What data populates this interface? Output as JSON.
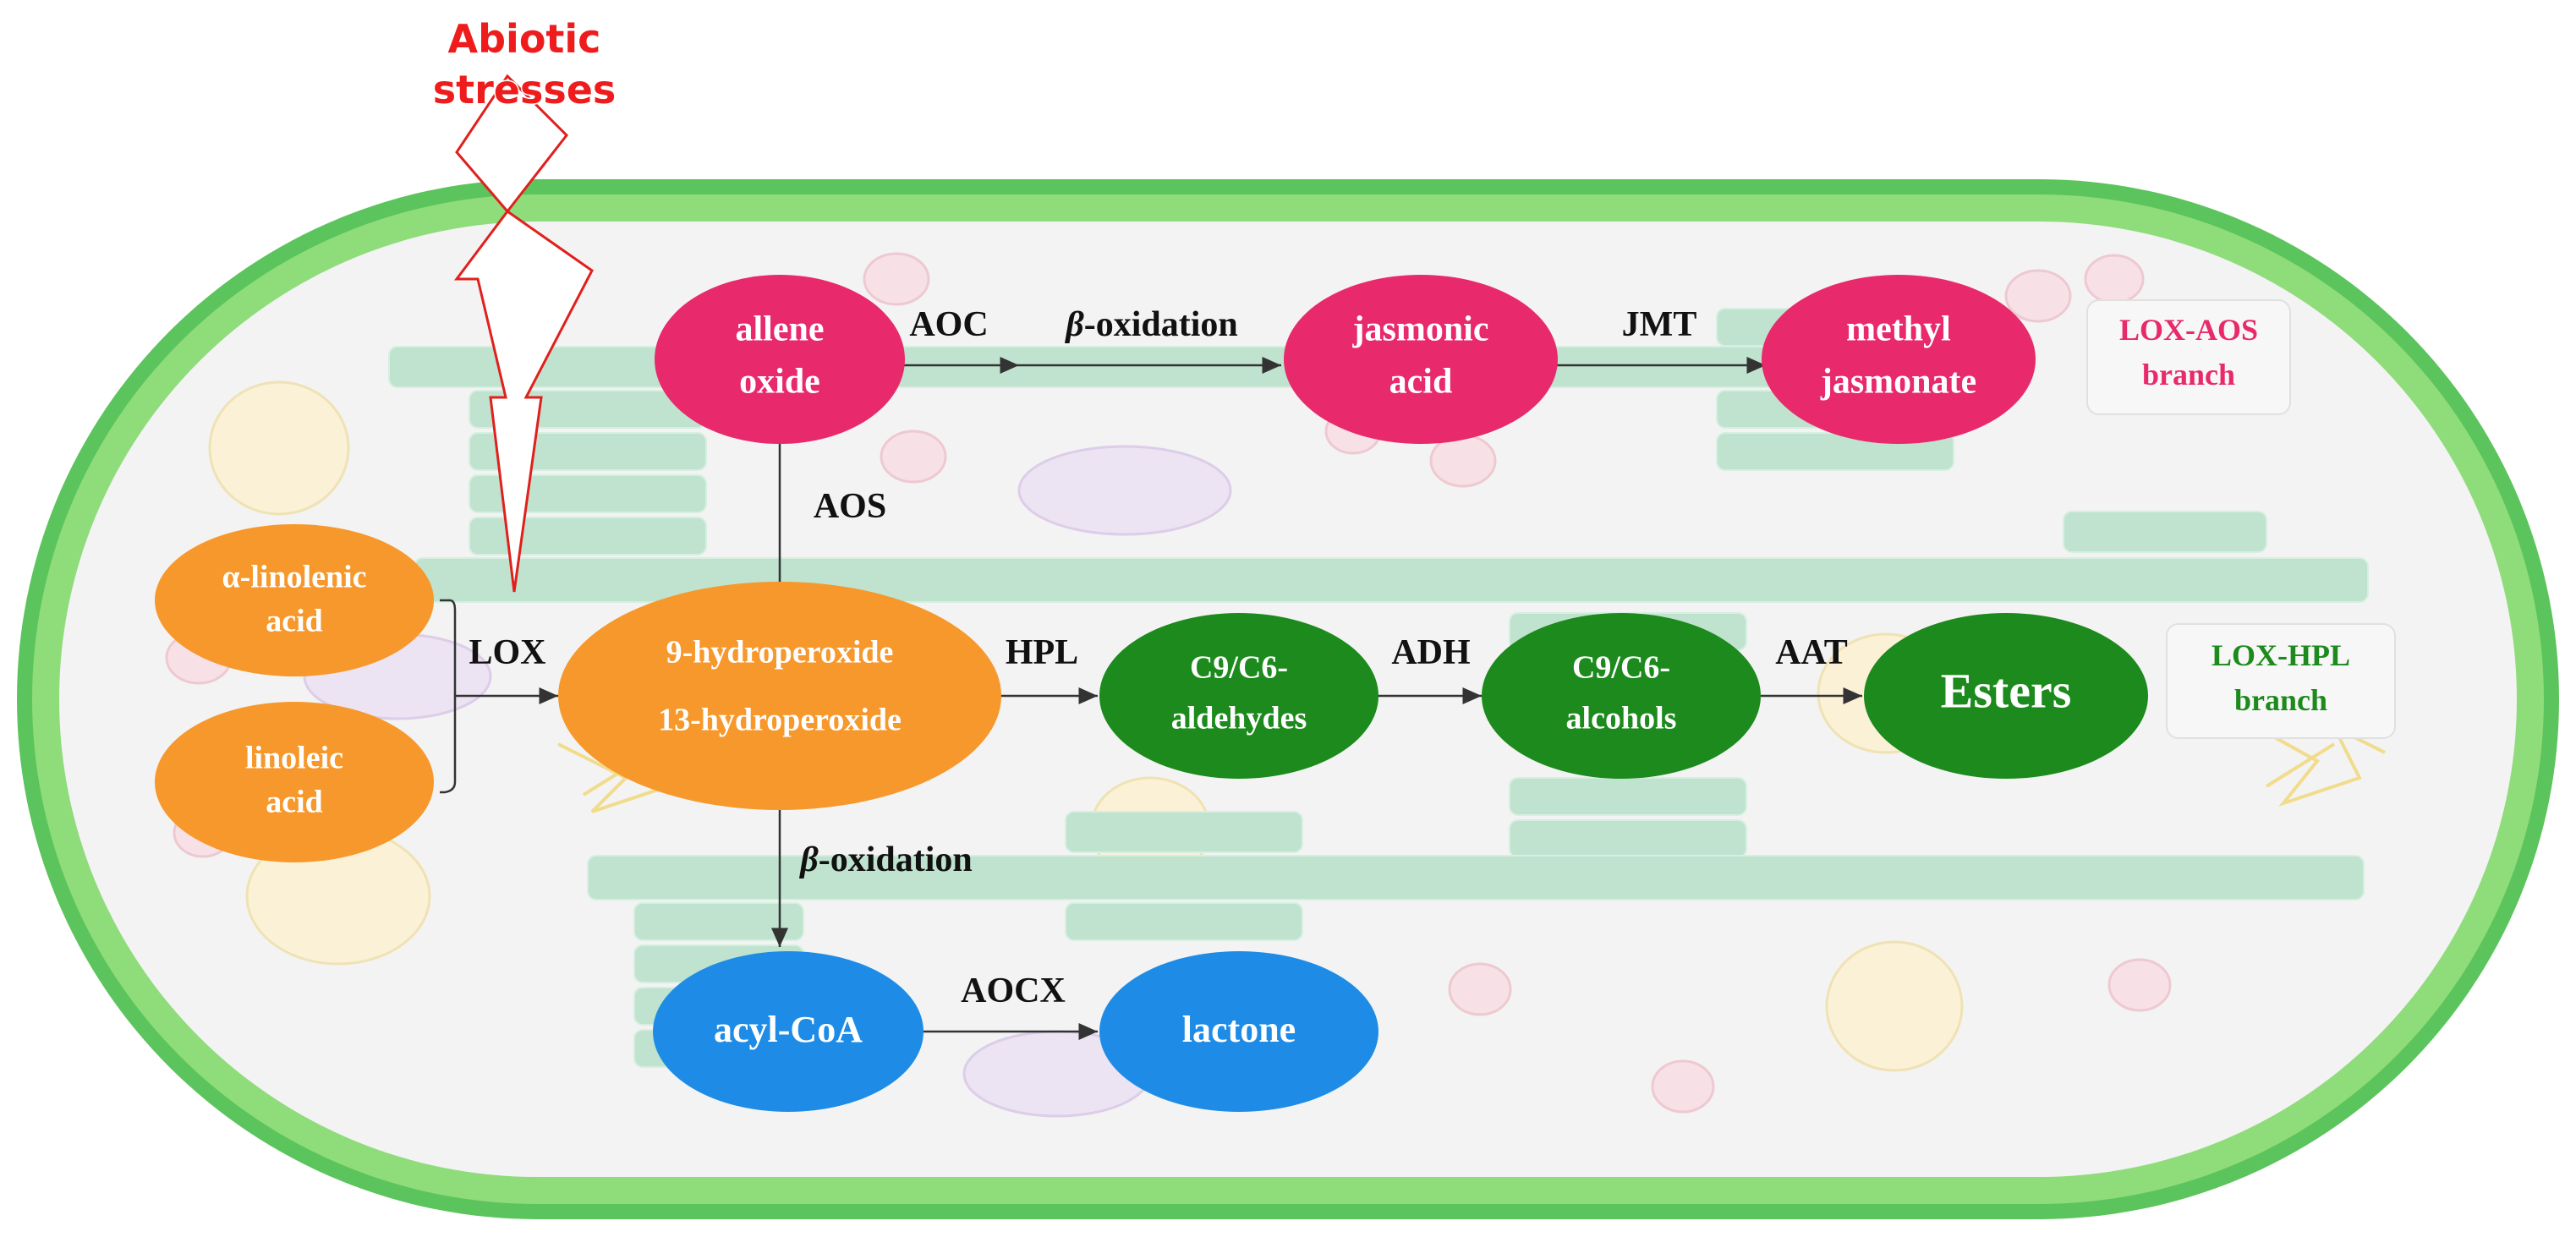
{
  "stress": {
    "line1": "Abiotic",
    "line2": "stresses"
  },
  "nodes": {
    "alpha_linolenic": {
      "line1": "α-linolenic",
      "line2": "acid"
    },
    "linoleic": {
      "line1": "linoleic",
      "line2": "acid"
    },
    "hydroperoxide": {
      "line1": "9-hydroperoxide",
      "line2": "13-hydroperoxide"
    },
    "allene_oxide": {
      "line1": "allene",
      "line2": "oxide"
    },
    "jasmonic_acid": {
      "line1": "jasmonic",
      "line2": "acid"
    },
    "methyl_jasmonate": {
      "line1": "methyl",
      "line2": "jasmonate"
    },
    "c9c6_aldehydes": {
      "line1": "C9/C6-",
      "line2": "aldehydes"
    },
    "c9c6_alcohols": {
      "line1": "C9/C6-",
      "line2": "alcohols"
    },
    "esters": {
      "line1": "Esters"
    },
    "acyl_coa": {
      "line1": "acyl-CoA"
    },
    "lactone": {
      "line1": "lactone"
    }
  },
  "enzymes": {
    "lox": "LOX",
    "aos": "AOS",
    "aoc": "AOC",
    "beta_ox_top": {
      "symbol": "β",
      "rest": "-oxidation"
    },
    "jmt": "JMT",
    "hpl": "HPL",
    "adh": "ADH",
    "aat": "AAT",
    "beta_ox_bottom": {
      "symbol": "β",
      "rest": "-oxidation"
    },
    "aocx": "AOCX"
  },
  "branches": {
    "lox_aos": {
      "line1": "LOX-AOS",
      "line2": "branch"
    },
    "lox_hpl": {
      "line1": "LOX-HPL",
      "line2": "branch"
    }
  },
  "colors": {
    "cell_wall": "#5cc45c",
    "cell_wall_light": "#8fdc7a",
    "cytoplasm": "#f3f3f3",
    "thylakoid": "#bfe3cf",
    "lox_aos_node": "#e8296b",
    "lox_hpl_node": "#1c8a1c",
    "substrate_node": "#f7982c",
    "lactone_node": "#1e8ce6",
    "stress_text": "#ee1c1c"
  }
}
